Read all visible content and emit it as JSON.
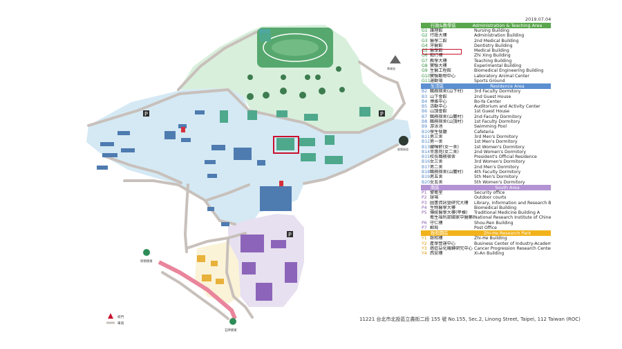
{
  "date": "2019.07.04",
  "address": "11221 台北市北投區立農街二段 155 號 No.155, Sec.2, Linong Street, Taipei, 112 Taiwan (ROC)",
  "colors": {
    "admin": "#5aa64d",
    "residence": "#5b8fd0",
    "south": "#b393d3",
    "zhihe": "#f2b21a",
    "admin_zone": "#d8efdc",
    "residence_zone": "#d4e9f4",
    "south_zone": "#e7e0f0",
    "zhihe_zone": "#fbf3d7",
    "road": "#c8c0bb",
    "highlight": "#c8102e"
  },
  "map_labels": {
    "marker_p": "P",
    "mrt_left": "明德捷運",
    "mrt_bottom": "石牌捷運",
    "mountain": "畢業坡",
    "tunnel": "榮陽隧道",
    "legend_gate": "校門",
    "legend_parking": "車道"
  },
  "legend": {
    "admin_header": {
      "zh": "行政&教學區",
      "en": "Administration & Teaching Area"
    },
    "admin": [
      {
        "code": "G1",
        "zh": "護理館",
        "en": "Nursing Building"
      },
      {
        "code": "G2",
        "zh": "行政大樓",
        "en": "Administration Building"
      },
      {
        "code": "G3",
        "zh": "醫學二館",
        "en": "2nd Medical Building"
      },
      {
        "code": "G4",
        "zh": "牙醫館",
        "en": "Dentistry Building"
      },
      {
        "code": "G5",
        "zh": "醫學館",
        "en": "Medical Building"
      },
      {
        "code": "G6",
        "zh": "知行樓",
        "en": "Zhi Xing Building"
      },
      {
        "code": "G7",
        "zh": "教學大樓",
        "en": "Teaching Building"
      },
      {
        "code": "G8",
        "zh": "實驗大樓",
        "en": "Experimental Building"
      },
      {
        "code": "G9",
        "zh": "生醫工程館",
        "en": "Biomedical Engineering Building"
      },
      {
        "code": "G10",
        "zh": "實驗動物中心",
        "en": "Laboratory Animal Center"
      },
      {
        "code": "G11",
        "zh": "運動場",
        "en": "Sports Ground"
      }
    ],
    "residence_header": {
      "zh": "生活區",
      "en": "Residence Area"
    },
    "residence": [
      {
        "code": "B2",
        "zh": "職務宿舍(山下村)",
        "en": "3rd Faculty Dormitory"
      },
      {
        "code": "B3",
        "zh": "山下會館",
        "en": "2nd Guest House"
      },
      {
        "code": "B4",
        "zh": "博雅中心",
        "en": "Bo-Ya Center"
      },
      {
        "code": "B5",
        "zh": "活動中心",
        "en": "Auditorium and Activity Center"
      },
      {
        "code": "B6",
        "zh": "山頂會館",
        "en": "1st Guest House"
      },
      {
        "code": "B7",
        "zh": "職務宿舍(山麓村)",
        "en": "2nd Faculty Dormitory"
      },
      {
        "code": "B8",
        "zh": "職務宿舍(山頂村)",
        "en": "1st Faculty Dormitory"
      },
      {
        "code": "B9",
        "zh": "游泳池",
        "en": "Swimming Pool"
      },
      {
        "code": "B10",
        "zh": "學生餐廳",
        "en": "Cafeteria"
      },
      {
        "code": "B11",
        "zh": "男三舍",
        "en": "3rd Men's Dormitory"
      },
      {
        "code": "B12",
        "zh": "男一舍",
        "en": "1st Men's Dormitory"
      },
      {
        "code": "B13",
        "zh": "藏暉軒(女一舍)",
        "en": "1st Women's Dormitory"
      },
      {
        "code": "B14",
        "zh": "幸惠苑(女二舍)",
        "en": "2nd Women's Dormitory"
      },
      {
        "code": "B15",
        "zh": "校長職務宿舍",
        "en": "President's Official Residence"
      },
      {
        "code": "B16",
        "zh": "女三舍",
        "en": "3rd Women's Dormitory"
      },
      {
        "code": "B17",
        "zh": "男二舍",
        "en": "2nd Men's Dormitory"
      },
      {
        "code": "B18",
        "zh": "職務宿舍(山麓村)",
        "en": "4th Faculty Dormitory"
      },
      {
        "code": "B19",
        "zh": "男五舍",
        "en": "5th Men's Dormitory"
      },
      {
        "code": "B20",
        "zh": "女五舍",
        "en": "5th Women's Dormitory"
      }
    ],
    "south_header": {
      "zh": "南區",
      "en": "South Area"
    },
    "south": [
      {
        "code": "P1",
        "zh": "警衛室",
        "en": "Security office"
      },
      {
        "code": "P2",
        "zh": "球場",
        "en": "Outdoor courts"
      },
      {
        "code": "P3",
        "zh": "圖書資訊暨研究大樓",
        "en": "Library, Information and Research Building"
      },
      {
        "code": "P4",
        "zh": "生物醫學大樓",
        "en": "Biomedical Building"
      },
      {
        "code": "P5",
        "zh": "傳統醫學大樓(甲棟)",
        "en": "Traditional Medicine Building A"
      },
      {
        "code": "",
        "zh": "衛生福利部國家中醫藥研究所",
        "en": "National Research Institute of Chinese Medicine, Ministry of Health and Welfare"
      },
      {
        "code": "P6",
        "zh": "守仁樓",
        "en": "Shou-Ren Building"
      },
      {
        "code": "P7",
        "zh": "郵局",
        "en": "Post Office"
      }
    ],
    "zhihe_header": {
      "zh": "致和園區",
      "en": "Zhi-He Research Park"
    },
    "zhihe": [
      {
        "code": "Y1",
        "zh": "致和樓",
        "en": "Zhi-He Building"
      },
      {
        "code": "Y2",
        "zh": "產學營運中心",
        "en": "Business Center of Industry-Academic Liaison"
      },
      {
        "code": "Y3",
        "zh": "癌症惡化機轉研究中心",
        "en": "Cancer Progression Research Center"
      },
      {
        "code": "Y4",
        "zh": "西安樓",
        "en": "Xi-An Building"
      }
    ]
  }
}
